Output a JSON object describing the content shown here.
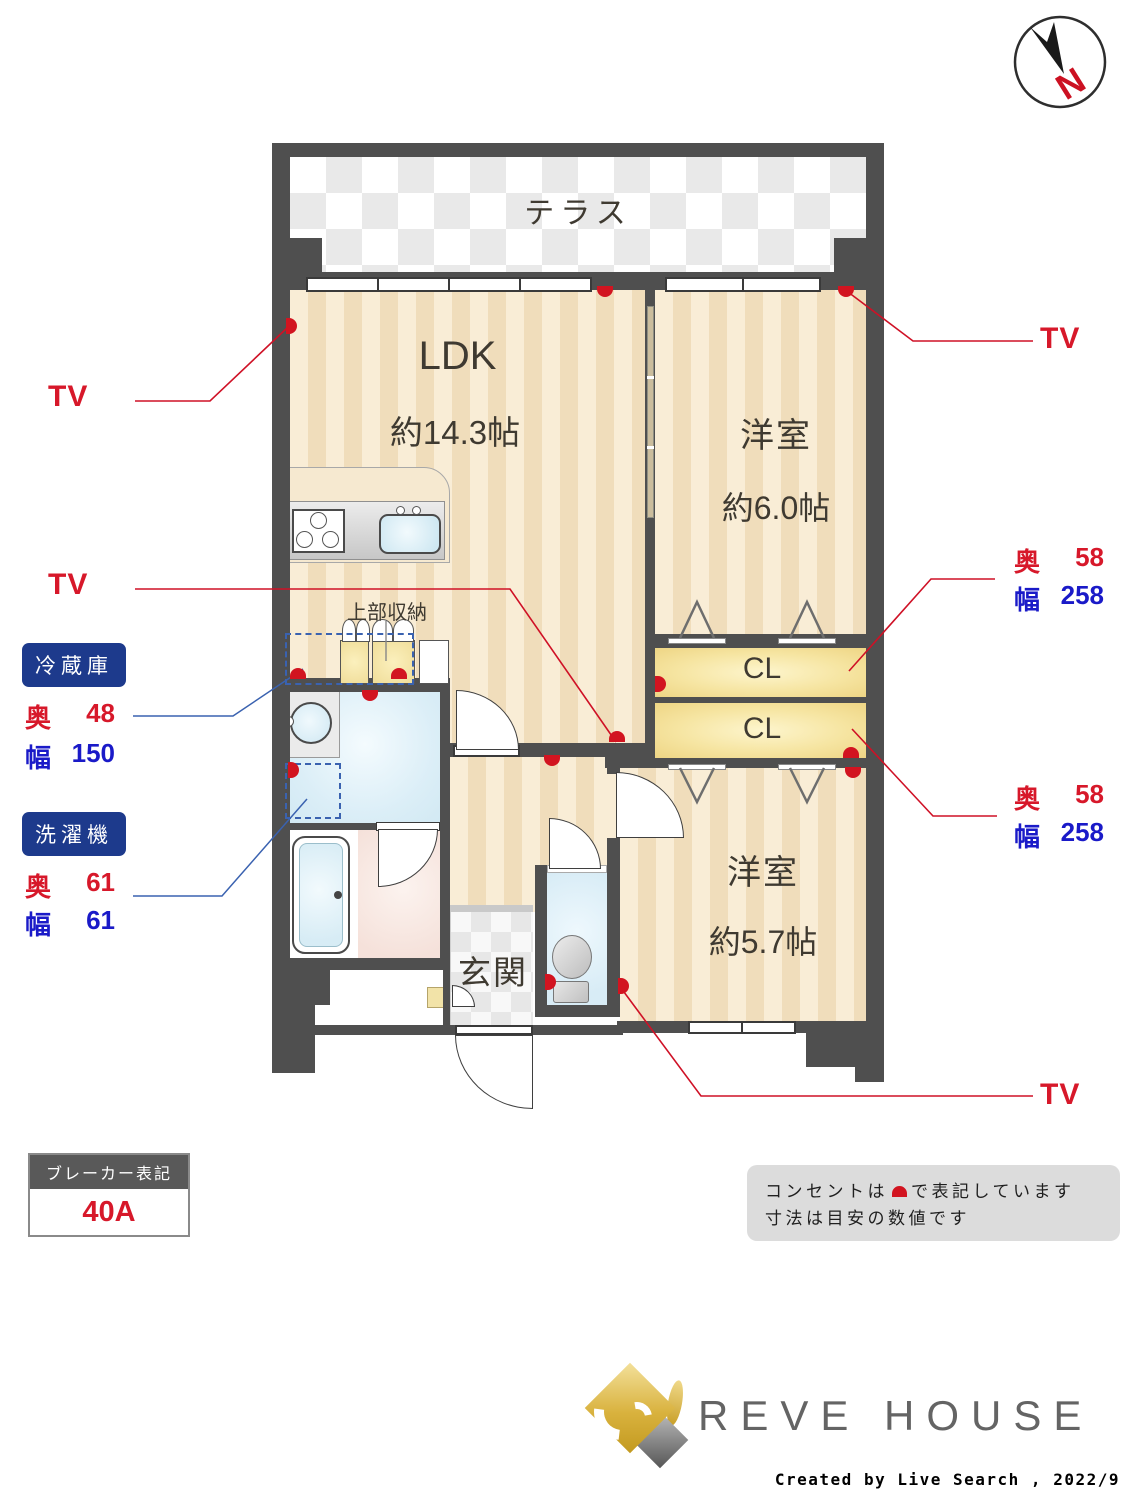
{
  "compass": {
    "north_label": "N"
  },
  "plan": {
    "terrace": "テラス",
    "ldk": {
      "name": "LDK",
      "area": "約14.3帖"
    },
    "bedroom1": {
      "name": "洋室",
      "area": "約6.0帖"
    },
    "bedroom2": {
      "name": "洋室",
      "area": "約5.7帖"
    },
    "entrance": "玄関",
    "closet1": "CL",
    "closet2": "CL",
    "upper_storage": "上部収納"
  },
  "labels": {
    "tv": "TV",
    "depth": "奥",
    "width": "幅"
  },
  "fridge": {
    "title": "冷蔵庫",
    "depth": "48",
    "width": "150"
  },
  "washer": {
    "title": "洗濯機",
    "depth": "61",
    "width": "61"
  },
  "closet_dims": {
    "top": {
      "depth": "58",
      "width": "258"
    },
    "bottom": {
      "depth": "58",
      "width": "258"
    }
  },
  "breaker": {
    "title": "ブレーカー表記",
    "value": "40A"
  },
  "notes": {
    "line1_before": "コンセントは",
    "line1_after": "で表記しています",
    "line2": "寸法は目安の数値です"
  },
  "footer": {
    "brand": "REVE HOUSE",
    "credit": "Created by Live Search , 2022/9"
  },
  "colors": {
    "accent_red": "#d7182a",
    "accent_blue": "#1a1ac8",
    "badge_navy": "#1d3a8c",
    "wall": "#4f4f4f"
  }
}
